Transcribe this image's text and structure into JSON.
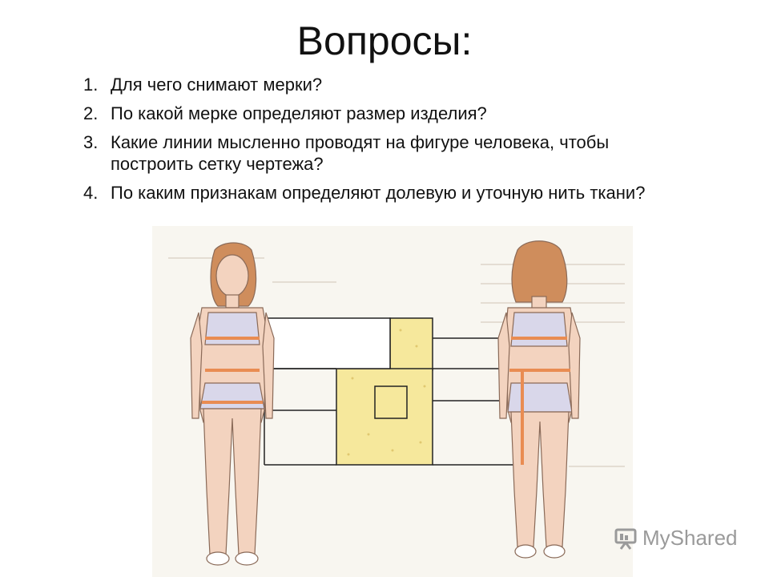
{
  "slide": {
    "title": "Вопросы:",
    "questions": [
      {
        "num": "1.",
        "text": "Для чего снимают мерки?"
      },
      {
        "num": "2.",
        "text": "По какой мерке определяют размер изделия?"
      },
      {
        "num": "3.",
        "text": "Какие линии мысленно проводят на фигуре человека, чтобы построить сетку чертежа?"
      },
      {
        "num": "4.",
        "text": "По каким признакам определяют долевую и уточную нить ткани?"
      }
    ]
  },
  "illustration": {
    "subject": "front and back figures with measurement lines and a pattern grid",
    "colors": {
      "skin": "#f3d3bf",
      "hair": "#cf8d5c",
      "underwear": "#d9d7ea",
      "tape": "#e98c52",
      "fabric": "#f6e89c",
      "line": "#222222"
    }
  },
  "watermark": {
    "text": "MyShared",
    "icon": "presentation-board-icon"
  }
}
